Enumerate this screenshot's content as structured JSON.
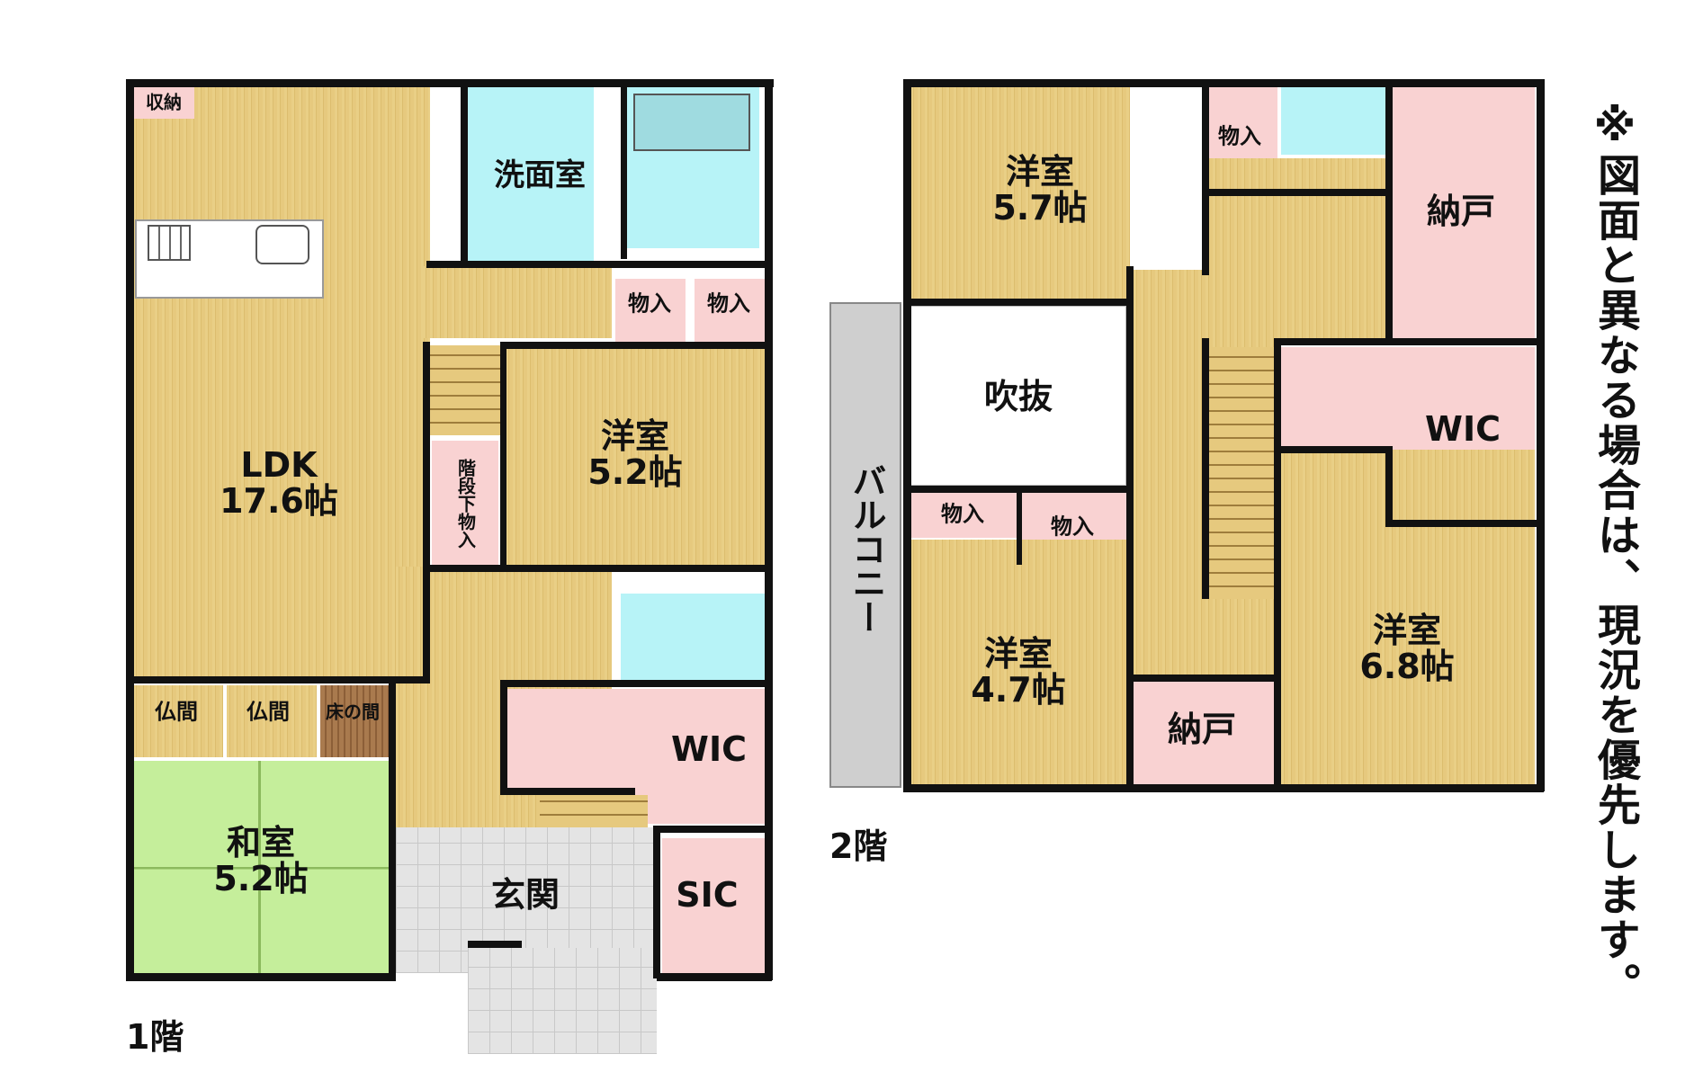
{
  "note": "※図面と異なる場合は、現況を優先します。",
  "floor1": {
    "label": "1階",
    "rooms": {
      "storage_top": "収納",
      "ldk": "LDK\n17.6帖",
      "washroom": "洗面室",
      "closet_a": "物入",
      "closet_b": "物入",
      "western": "洋室\n5.2帖",
      "under_stairs": "階段下物入",
      "butsuma_a": "仏間",
      "butsuma_b": "仏間",
      "tokonoma": "床の間",
      "wic": "WIC",
      "washitsu": "和室\n5.2帖",
      "genkan": "玄関",
      "sic": "SIC"
    }
  },
  "floor2": {
    "label": "2階",
    "rooms": {
      "western_a": "洋室\n5.7帖",
      "closet_top": "物入",
      "nando_top": "納戸",
      "fukinuke": "吹抜",
      "wic": "WIC",
      "balcony": "バルコニー",
      "closet_c": "物入",
      "closet_d": "物入",
      "western_b": "洋室\n4.7帖",
      "western_c": "洋室\n6.8帖",
      "nando_bottom": "納戸"
    }
  }
}
